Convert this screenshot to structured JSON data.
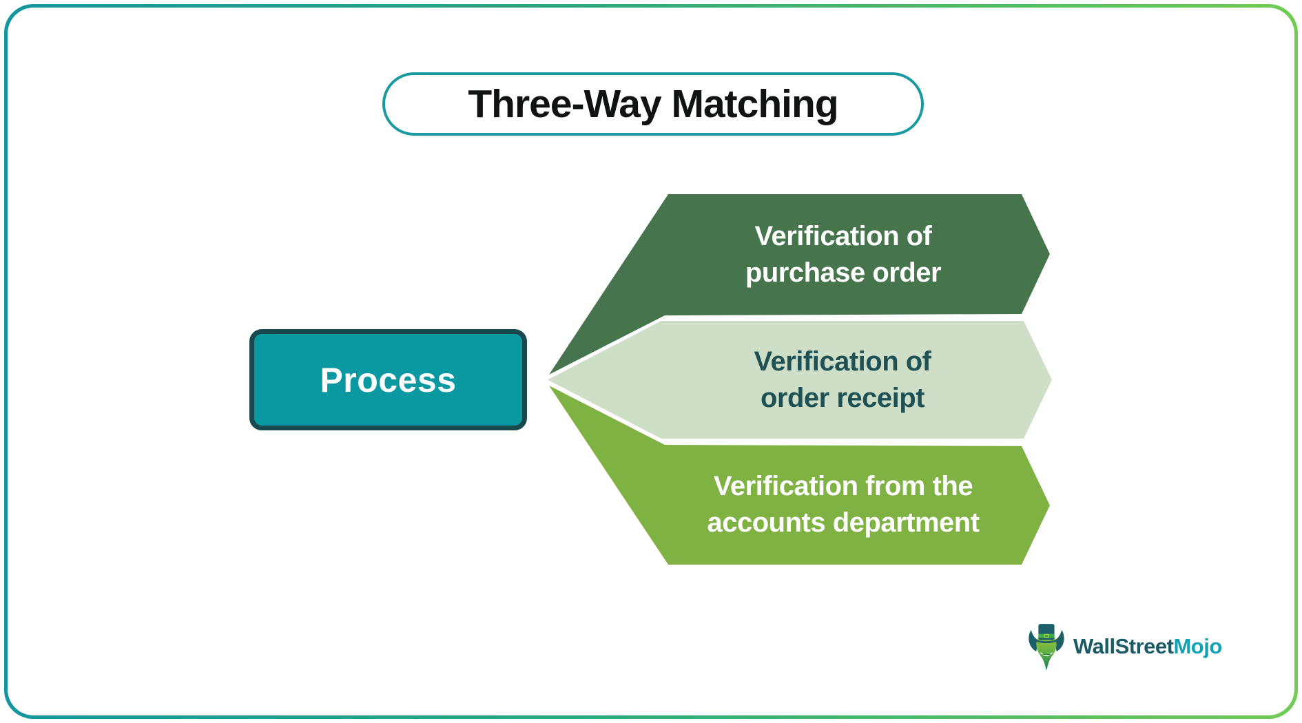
{
  "frame": {
    "border_gradient_start": "#1496a0",
    "border_gradient_end": "#70cc52",
    "background": "#ffffff"
  },
  "title": {
    "text": "Three-Way Matching",
    "border_color": "#189aa0",
    "text_color": "#101213"
  },
  "process": {
    "label": "Process",
    "fill": "#0a99a1",
    "border_color": "#17494f",
    "text_color": "#ffffff"
  },
  "banners": [
    {
      "line1": "Verification of",
      "line2": "purchase order",
      "fill": "#46744c",
      "text_color": "#ffffff"
    },
    {
      "line1": "Verification of",
      "line2": "order receipt",
      "fill": "#cfdec6",
      "text_color": "#1d5156"
    },
    {
      "line1": "Verification from the",
      "line2": "accounts department",
      "fill": "#80b243",
      "text_color": "#ffffff"
    }
  ],
  "logo": {
    "icon": "wallstreetmojo-bull-icon",
    "brand_first": "WallStreet",
    "brand_second": "Mojo",
    "brand_first_color": "#1a5a64",
    "brand_second_color": "#11a3b4"
  }
}
